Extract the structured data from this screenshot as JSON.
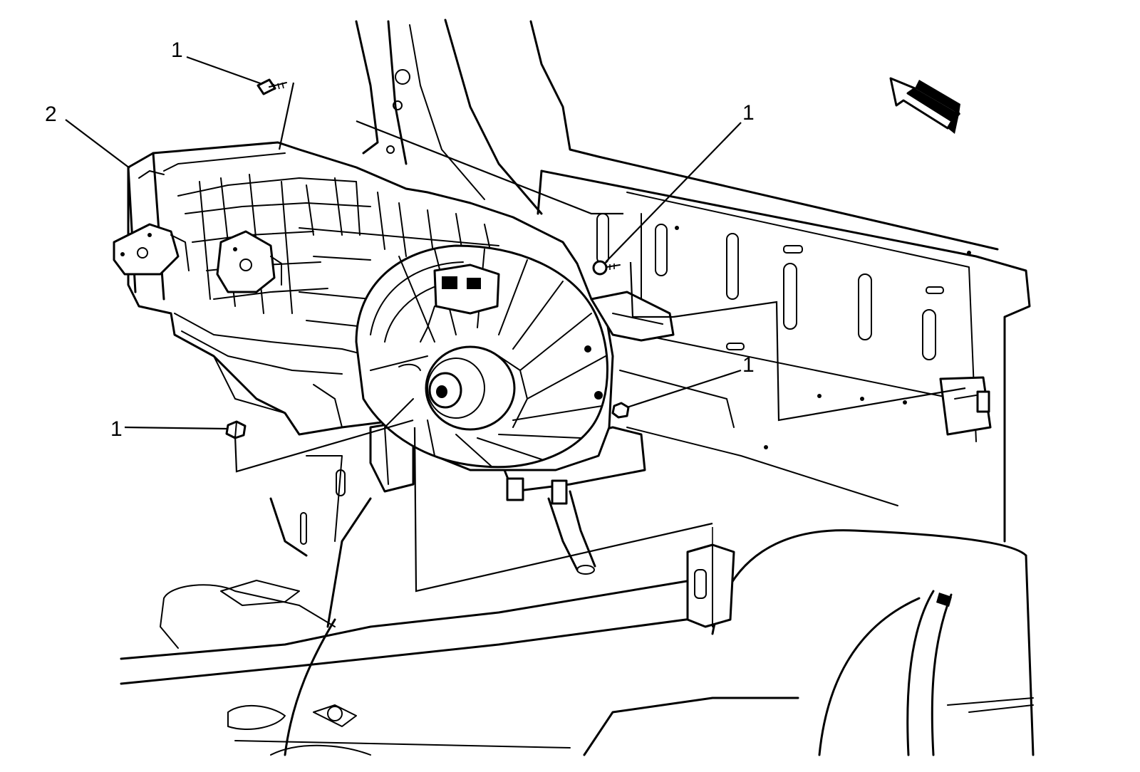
{
  "callouts": [
    {
      "id": "bolt-upper-left",
      "label": "1"
    },
    {
      "id": "hvac-module",
      "label": "2"
    },
    {
      "id": "bolt-upper-right",
      "label": "1"
    },
    {
      "id": "nut-right",
      "label": "1"
    },
    {
      "id": "nut-left",
      "label": "1"
    }
  ],
  "icons": {
    "direction_arrow": "front-direction-arrow-icon"
  },
  "colors": {
    "line": "#000000",
    "background": "#ffffff"
  }
}
